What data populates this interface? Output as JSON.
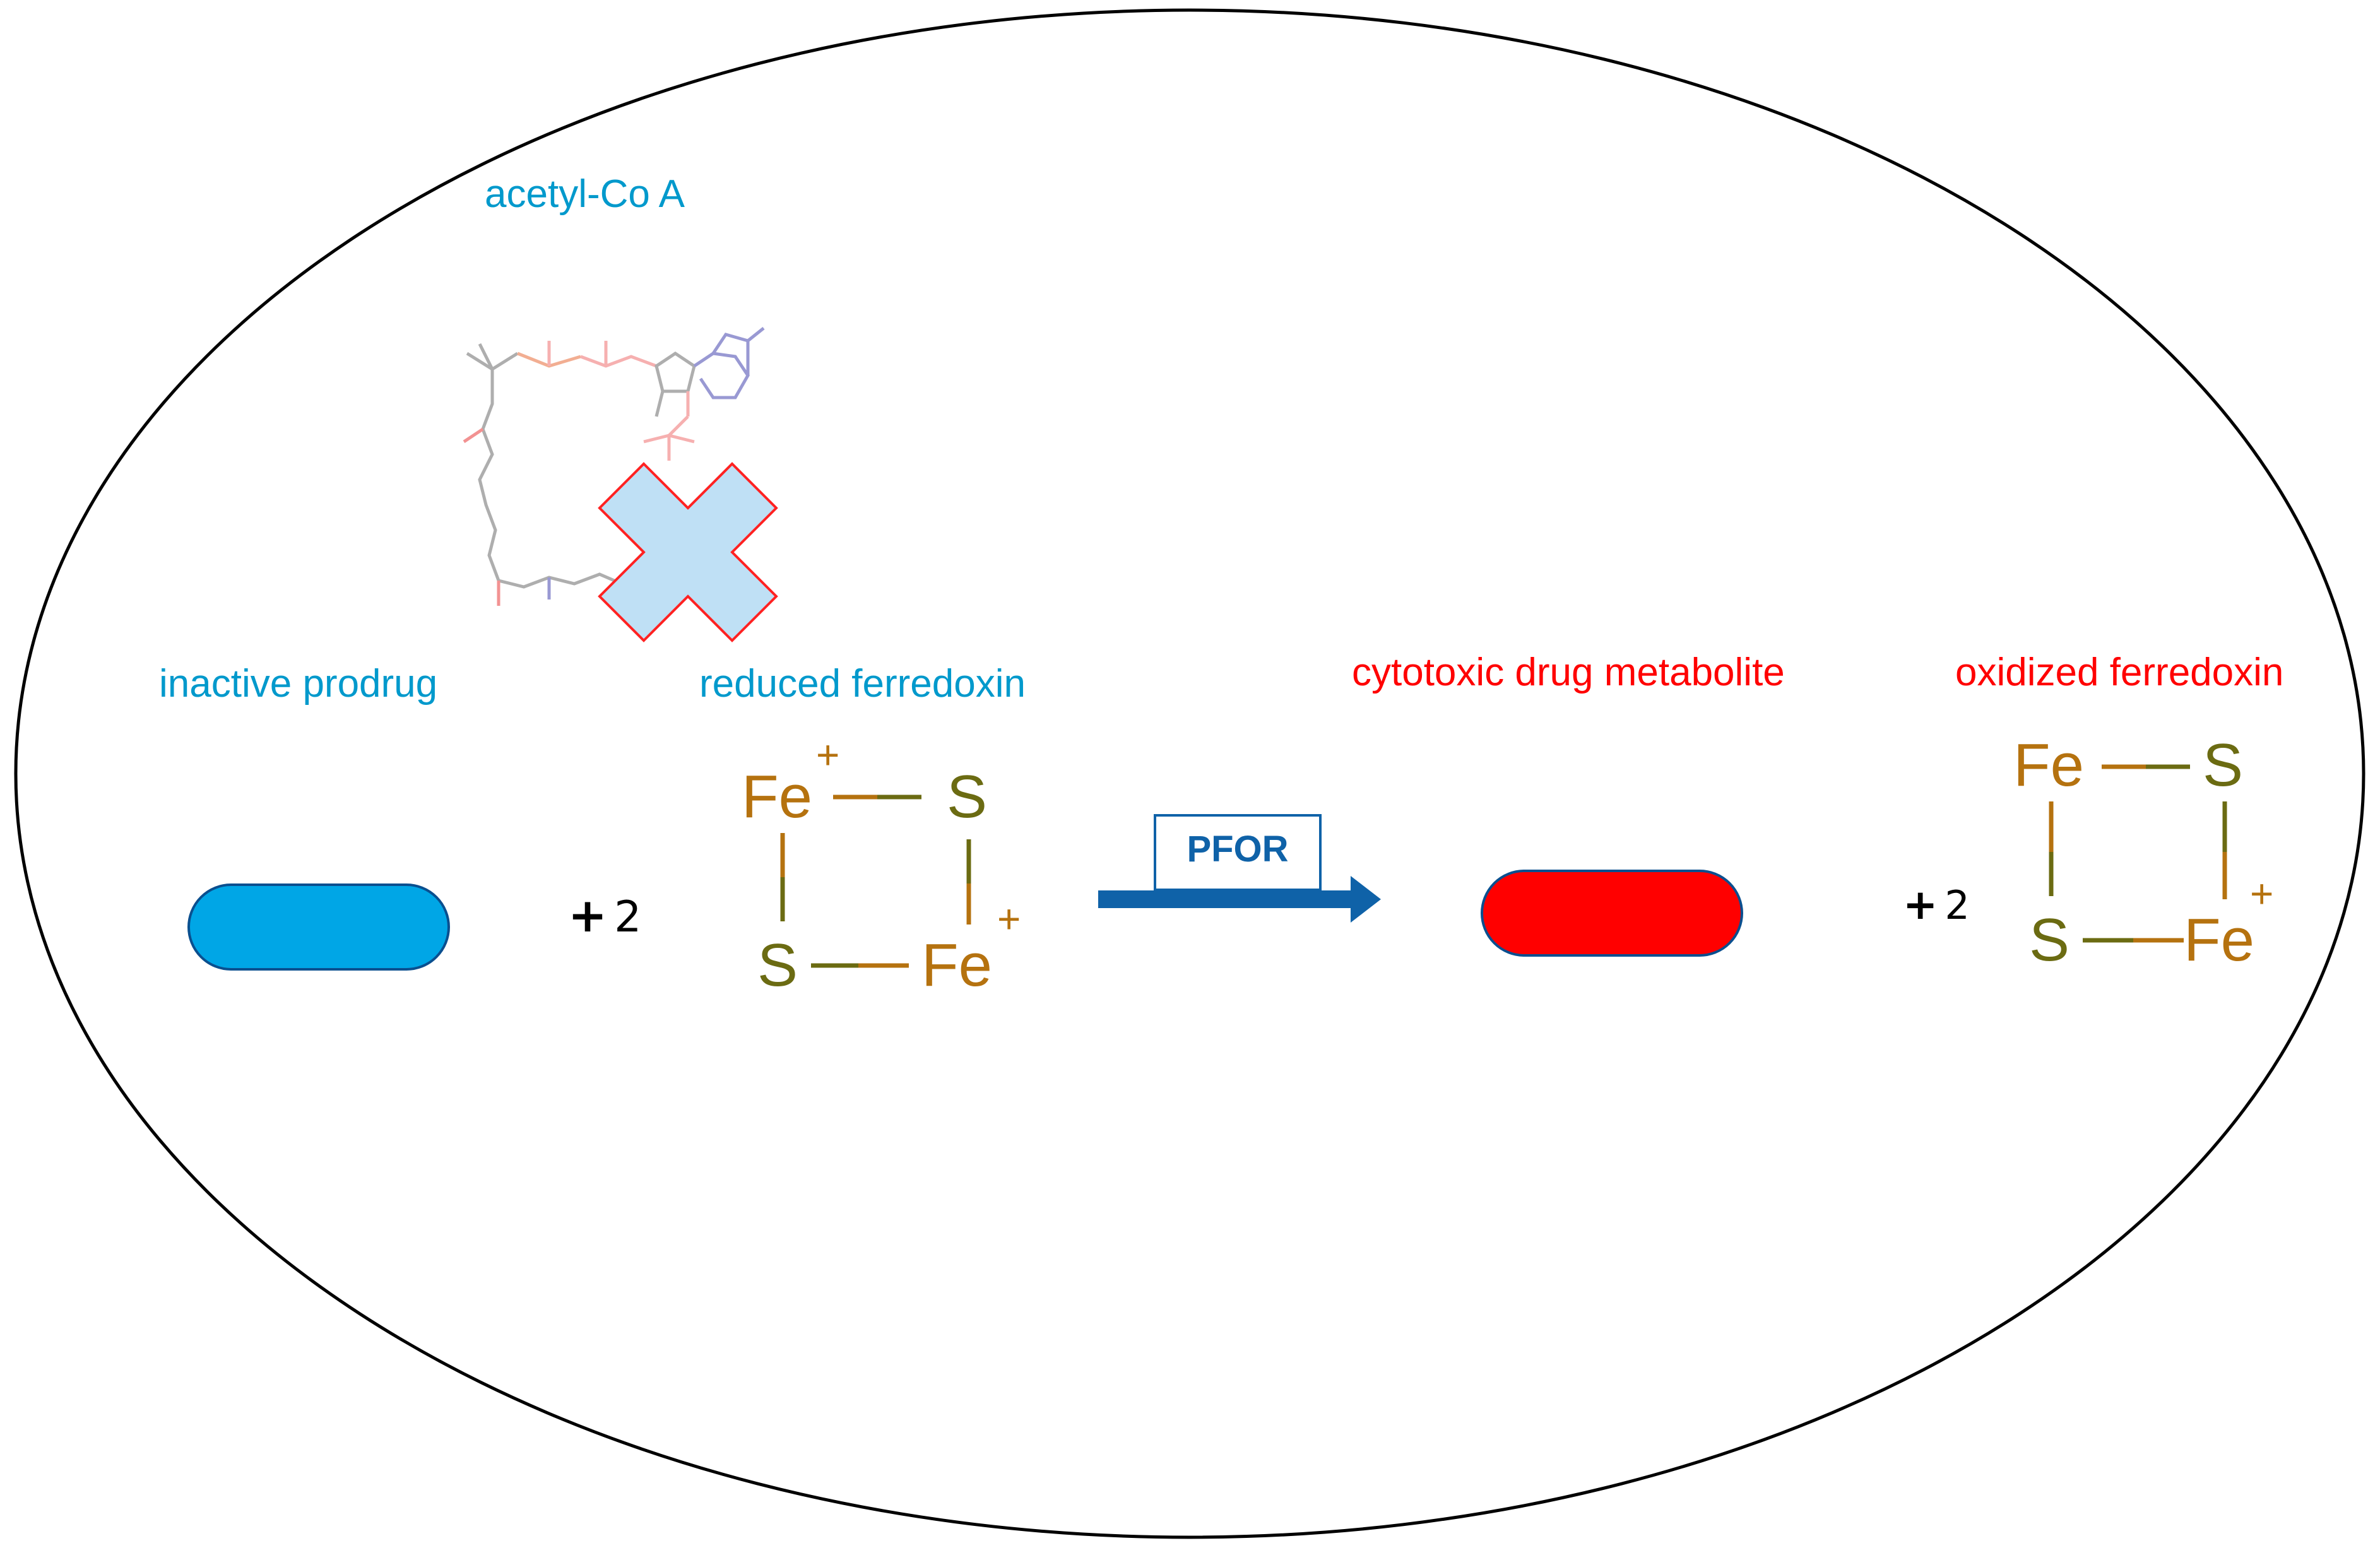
{
  "labels": {
    "acetyl_coa": "acetyl-Co A",
    "inactive_prodrug": "inactive prodrug",
    "reduced_ferredoxin": "reduced ferredoxin",
    "cytotoxic_metabolite": "cytotoxic drug metabolite",
    "oxidized_ferredoxin": "oxidized ferredoxin"
  },
  "reaction": {
    "plus_sign": "+",
    "stoich_left": "2",
    "stoich_right": "2",
    "enzyme": "PFOR"
  },
  "ferredoxin": {
    "fe": "Fe",
    "s": "S",
    "charge": "+"
  },
  "colors": {
    "blue_label": "#0099cc",
    "red_label": "#ff0000",
    "prodrug_fill": "#00a6e6",
    "metabolite_fill": "#ff0000",
    "arrow": "#0f62a8",
    "fe_atom": "#b5720f",
    "s_atom": "#6b6b12",
    "cross_fill": "#bfe0f5",
    "cross_stroke": "#ff2222"
  },
  "icons": {
    "blocked": "x-cross-icon",
    "acetyl_coa_structure": "molecule-structure-icon"
  }
}
